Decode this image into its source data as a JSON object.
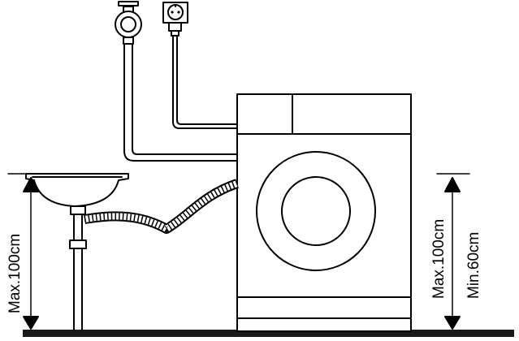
{
  "dimensions": {
    "left_max_label": "Max.100cm",
    "right_max_label": "Max.100cm",
    "right_min_label": "Min.60cm"
  },
  "colors": {
    "line": "#000000",
    "background": "#ffffff",
    "floor": "#1a1a1a"
  },
  "icons": {
    "water_tap": "tap-icon",
    "power_socket": "socket-icon"
  }
}
